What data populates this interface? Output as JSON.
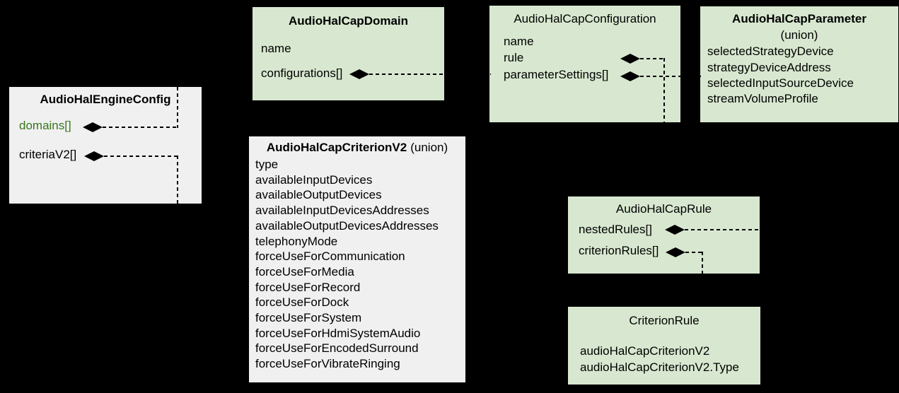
{
  "colors": {
    "background": "#000000",
    "green_box_fill": "#d8e8d0",
    "gray_box_fill": "#f0f0f0",
    "text": "#000000",
    "domains_field_text": "#38761d",
    "connector": "#000000",
    "diamond": "#000000"
  },
  "boxes": [
    {
      "id": "audio-hal-engine-config",
      "title": "AudioHalEngineConfig",
      "fields": [
        {
          "label": "domains[]"
        },
        {
          "label": "criteriaV2[]"
        }
      ]
    },
    {
      "id": "audio-hal-cap-domain",
      "title": "AudioHalCapDomain",
      "fields": [
        {
          "label": "name"
        },
        {
          "label": "configurations[]"
        }
      ]
    },
    {
      "id": "audio-hal-cap-configuration",
      "title": "AudioHalCapConfiguration",
      "fields": [
        {
          "label": "name"
        },
        {
          "label": "rule"
        },
        {
          "label": "parameterSettings[]"
        }
      ]
    },
    {
      "id": "audio-hal-cap-parameter",
      "title": "AudioHalCapParameter",
      "subtitle": "(union)",
      "fields": [
        {
          "label": "selectedStrategyDevice"
        },
        {
          "label": "strategyDeviceAddress"
        },
        {
          "label": "selectedInputSourceDevice"
        },
        {
          "label": "streamVolumeProfile"
        }
      ]
    },
    {
      "id": "audio-hal-cap-criterion-v2",
      "title": "AudioHalCapCriterionV2",
      "title_suffix": "(union)",
      "fields": [
        {
          "label": "type"
        },
        {
          "label": "availableInputDevices"
        },
        {
          "label": "availableOutputDevices"
        },
        {
          "label": "availableInputDevicesAddresses"
        },
        {
          "label": "availableOutputDevicesAddresses"
        },
        {
          "label": "telephonyMode"
        },
        {
          "label": "forceUseForCommunication"
        },
        {
          "label": "forceUseForMedia"
        },
        {
          "label": "forceUseForRecord"
        },
        {
          "label": "forceUseForDock"
        },
        {
          "label": "forceUseForSystem"
        },
        {
          "label": "forceUseForHdmiSystemAudio"
        },
        {
          "label": "forceUseForEncodedSurround"
        },
        {
          "label": "forceUseForVibrateRinging"
        }
      ]
    },
    {
      "id": "audio-hal-cap-rule",
      "title": "AudioHalCapRule",
      "fields": [
        {
          "label": "nestedRules[]"
        },
        {
          "label": "criterionRules[]"
        }
      ]
    },
    {
      "id": "criterion-rule",
      "title": "CriterionRule",
      "fields": [
        {
          "label": "audioHalCapCriterionV2"
        },
        {
          "label": "audioHalCapCriterionV2.Type"
        }
      ]
    }
  ],
  "relations": [
    {
      "from": "AudioHalEngineConfig.domains[]",
      "to": "AudioHalCapDomain",
      "kind": "aggregation"
    },
    {
      "from": "AudioHalEngineConfig.criteriaV2[]",
      "to": "AudioHalCapCriterionV2",
      "kind": "aggregation"
    },
    {
      "from": "AudioHalCapDomain.configurations[]",
      "to": "AudioHalCapConfiguration",
      "kind": "aggregation"
    },
    {
      "from": "AudioHalCapConfiguration.rule",
      "to": "AudioHalCapRule",
      "kind": "aggregation"
    },
    {
      "from": "AudioHalCapConfiguration.parameterSettings[]",
      "to": "AudioHalCapParameter",
      "kind": "aggregation"
    },
    {
      "from": "AudioHalCapRule.nestedRules[]",
      "to": "AudioHalCapRule",
      "kind": "aggregation"
    },
    {
      "from": "AudioHalCapRule.criterionRules[]",
      "to": "CriterionRule",
      "kind": "aggregation"
    }
  ]
}
